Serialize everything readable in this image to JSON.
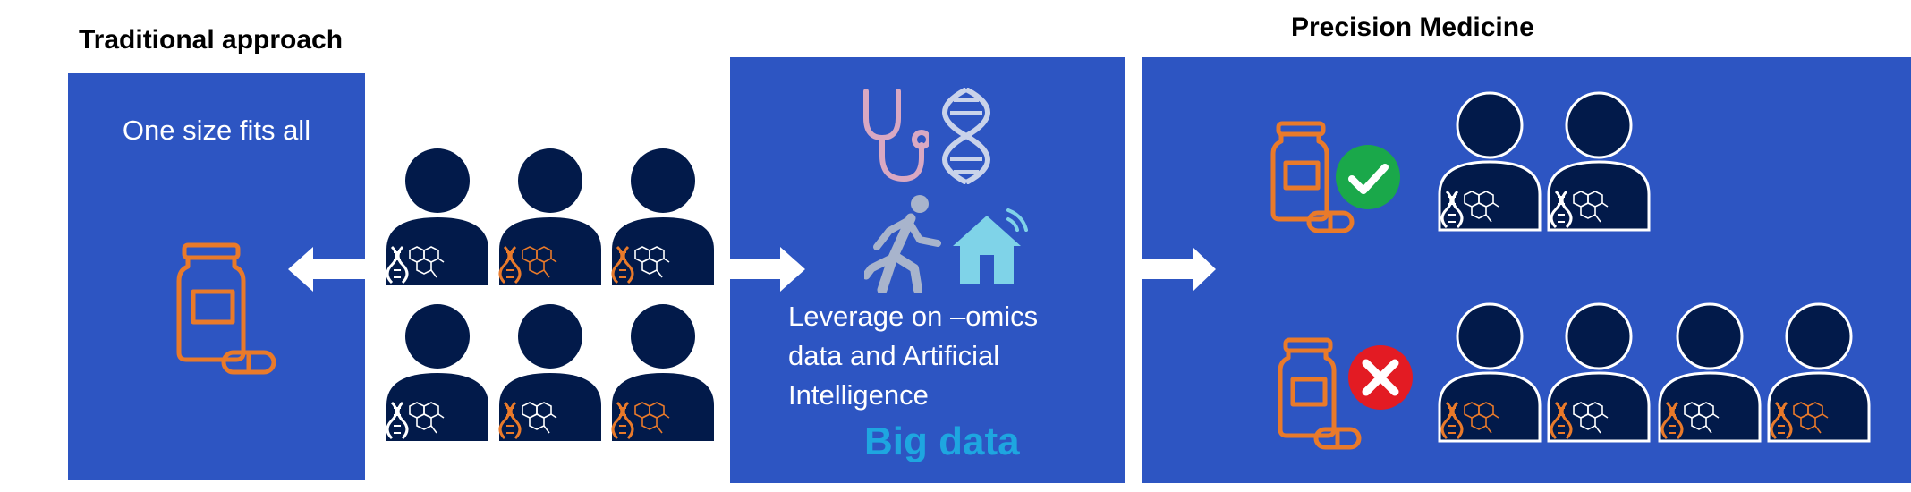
{
  "traditional": {
    "heading": "Traditional approach",
    "panel_text": "One size fits all",
    "icons": [
      "pill-bottle-icon"
    ]
  },
  "omics": {
    "text": "Leverage on –omics data and Artificial Intelligence",
    "big_data_label": "Big data",
    "icons": [
      "stethoscope-icon",
      "dna-icon",
      "running-person-icon",
      "smart-home-icon"
    ]
  },
  "precision": {
    "heading": "Precision Medicine",
    "icons": [
      "pill-bottle-icon",
      "checkmark-icon",
      "cross-icon"
    ]
  },
  "colors": {
    "panel": "#2d55c2",
    "person": "#021a4a",
    "orange": "#e97a2a",
    "check": "#1aa84a",
    "cross": "#e31b23",
    "big_data": "#1ea6e0",
    "arrow": "#ffffff"
  }
}
